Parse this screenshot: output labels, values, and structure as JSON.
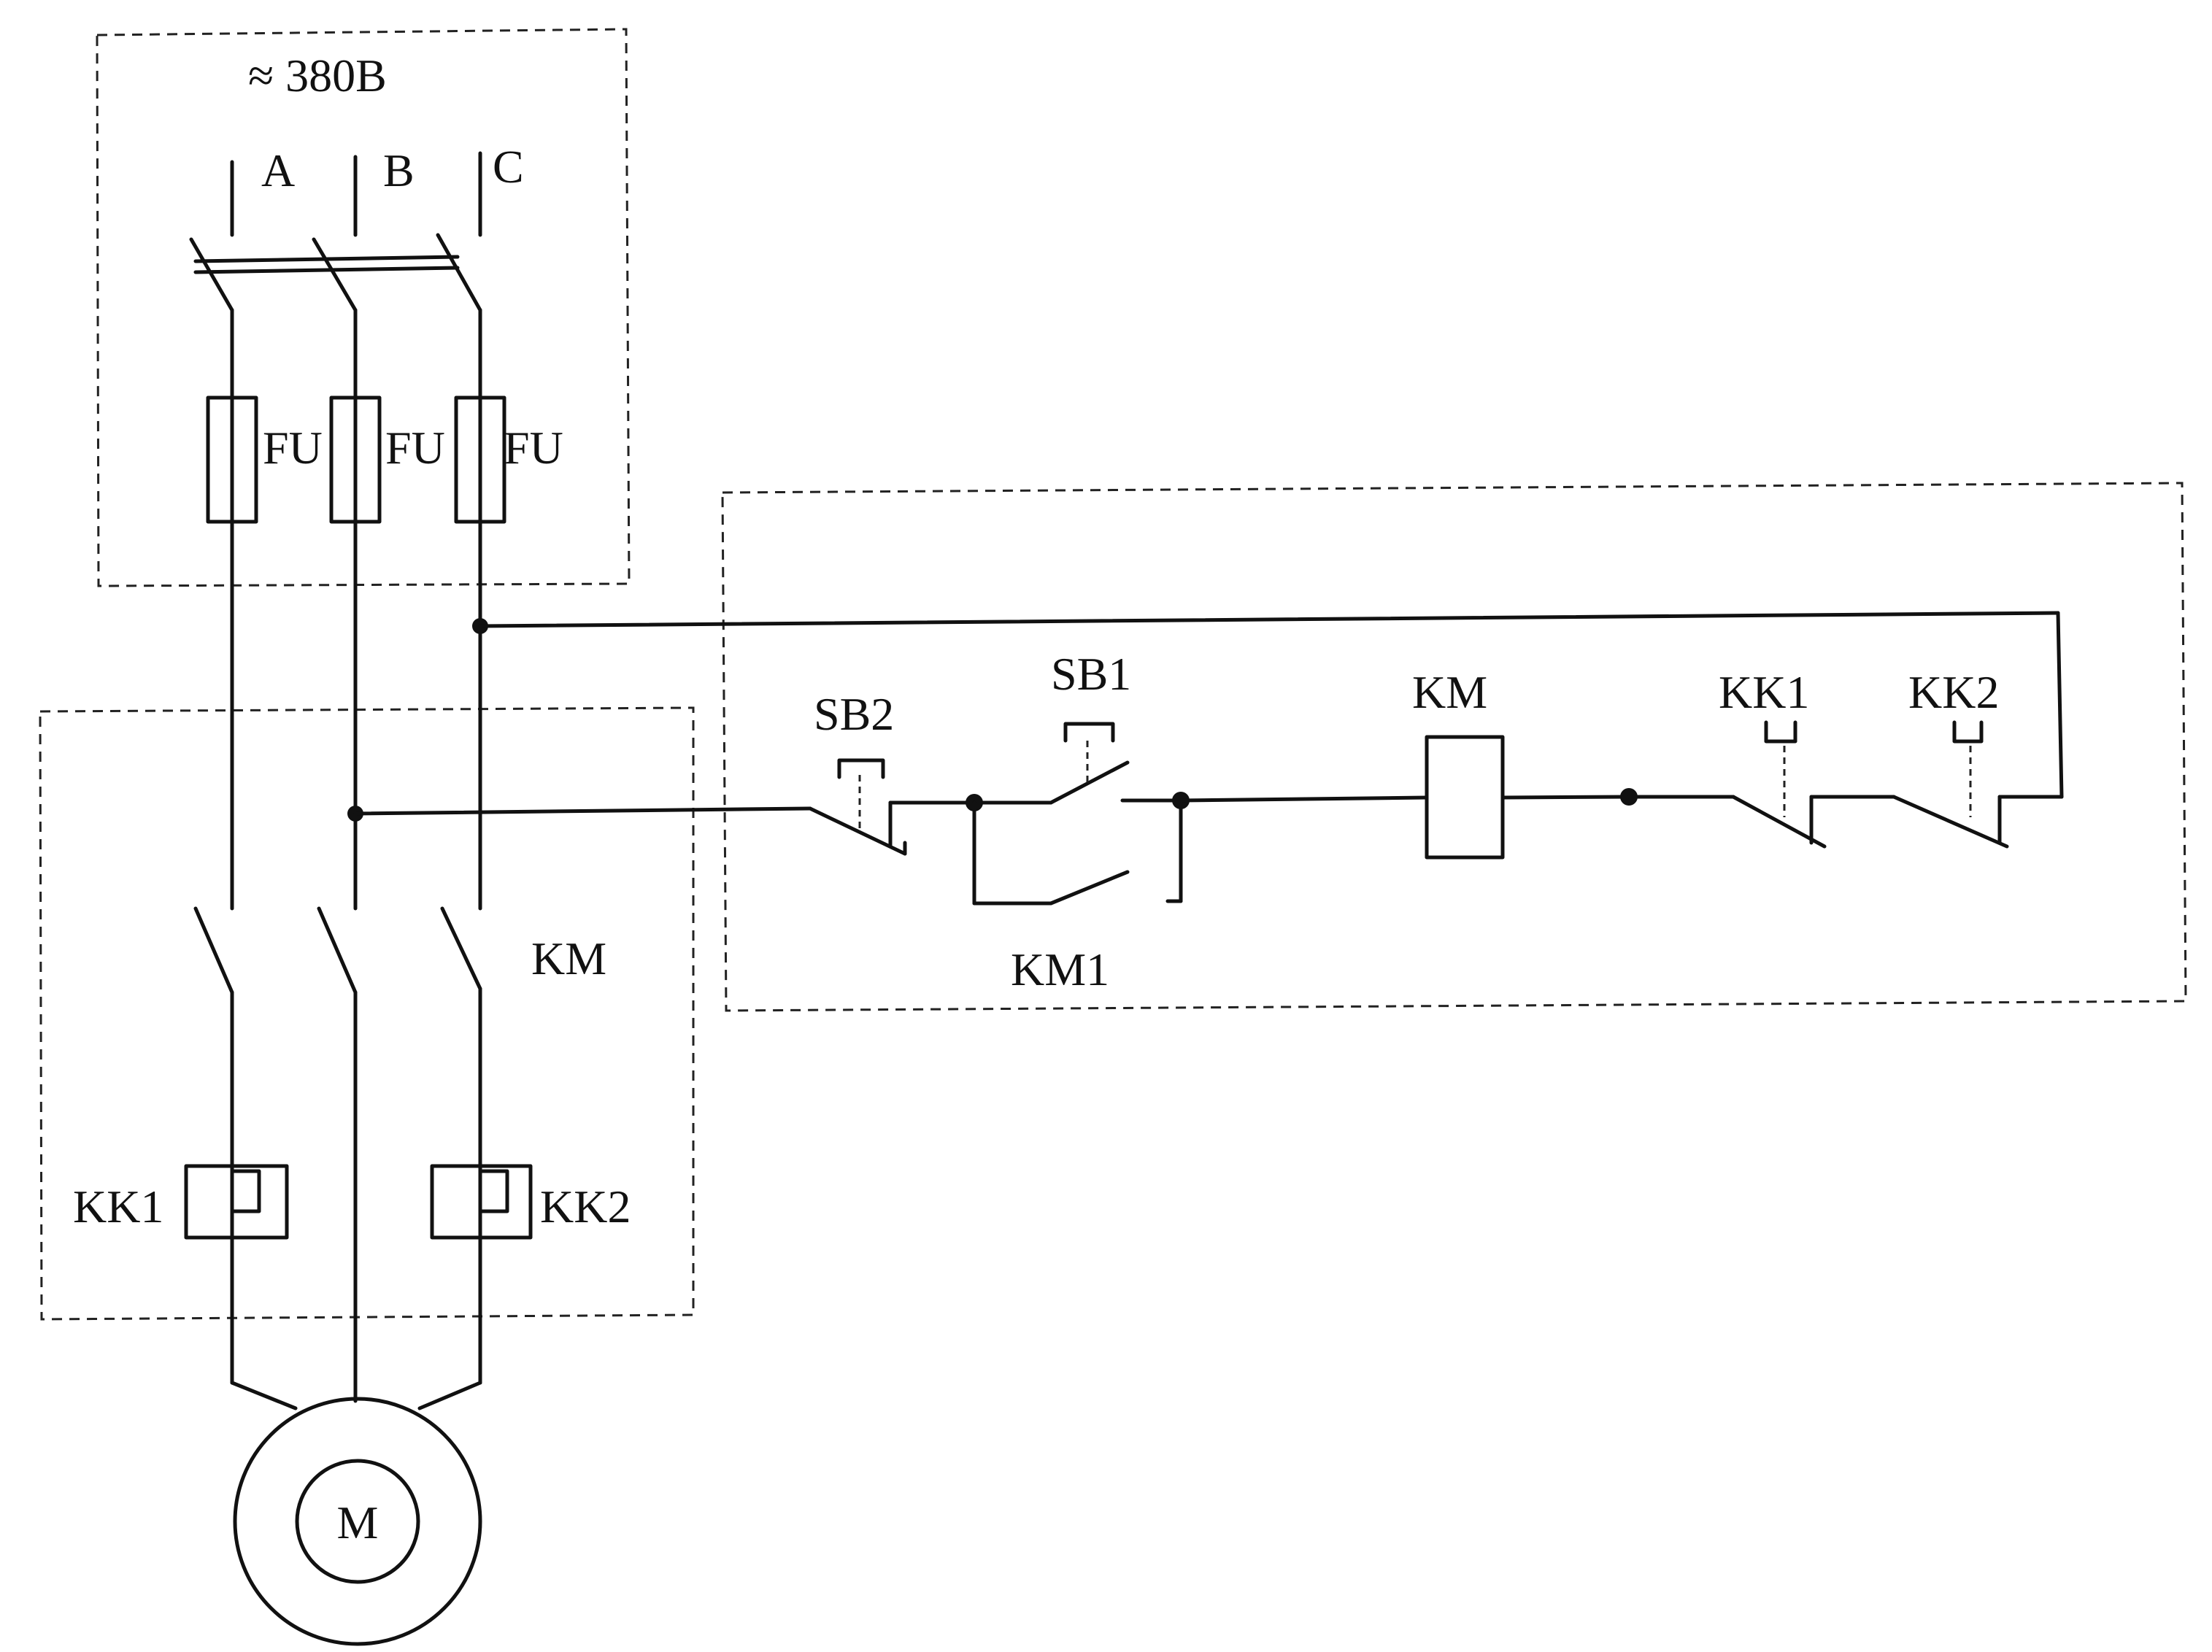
{
  "labels": {
    "supply": "≈ 380B",
    "phase_a": "A",
    "phase_b": "B",
    "phase_c": "C",
    "fuse_1": "FU",
    "fuse_2": "FU",
    "fuse_3": "FU",
    "contactor_main": "KM",
    "overload_1": "KK1",
    "overload_2": "KK2",
    "motor": "M",
    "button_stop": "SB2",
    "button_start": "SB1",
    "coil": "KM",
    "contact_aux": "KM1",
    "contact_kk1": "KK1",
    "contact_kk2": "KK2"
  }
}
